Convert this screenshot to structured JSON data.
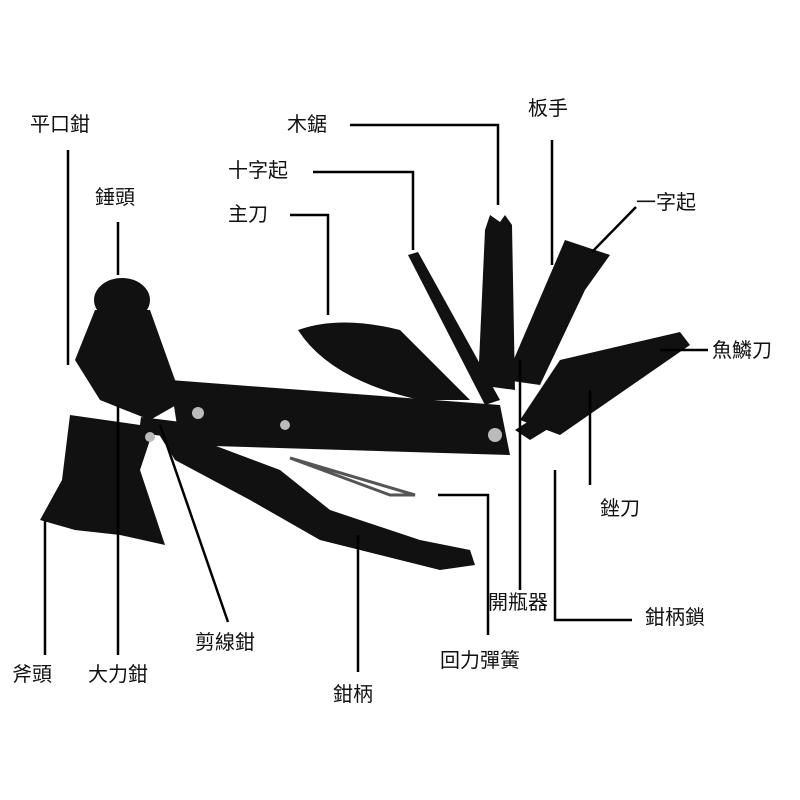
{
  "colors": {
    "tool": "#111111",
    "line": "#000000",
    "background": "#ffffff"
  },
  "labels": {
    "flat_pliers": "平口鉗",
    "hammer_head": "錘頭",
    "wood_saw": "木鋸",
    "wrench": "板手",
    "phillips_screwdriver": "十字起",
    "main_knife": "主刀",
    "flat_screwdriver": "一字起",
    "fish_scaler": "魚鱗刀",
    "file": "銼刀",
    "bottle_opener": "開瓶器",
    "handle_lock": "鉗柄鎖",
    "return_spring": "回力彈簧",
    "plier_handle": "鉗柄",
    "wire_cutter": "剪線鉗",
    "axe_head": "斧頭",
    "locking_pliers": "大力鉗"
  }
}
